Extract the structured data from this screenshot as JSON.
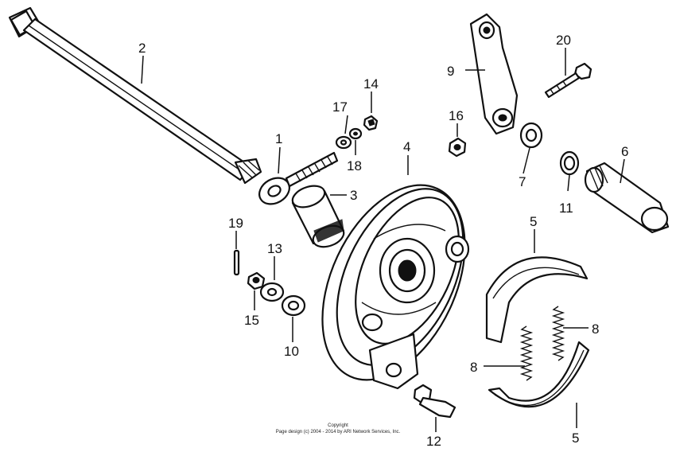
{
  "diagram": {
    "callouts": {
      "c1": "1",
      "c2": "2",
      "c3": "3",
      "c4": "4",
      "c5a": "5",
      "c5b": "5",
      "c6": "6",
      "c7": "7",
      "c8a": "8",
      "c8b": "8",
      "c9": "9",
      "c10": "10",
      "c11": "11",
      "c12": "12",
      "c13": "13",
      "c14": "14",
      "c15": "15",
      "c16": "16",
      "c17": "17",
      "c18": "18",
      "c19": "19",
      "c20": "20"
    },
    "copyright_line1": "Copyright",
    "copyright_line2": "Page design (c) 2004 - 2014 by ARI Network Services, Inc."
  }
}
